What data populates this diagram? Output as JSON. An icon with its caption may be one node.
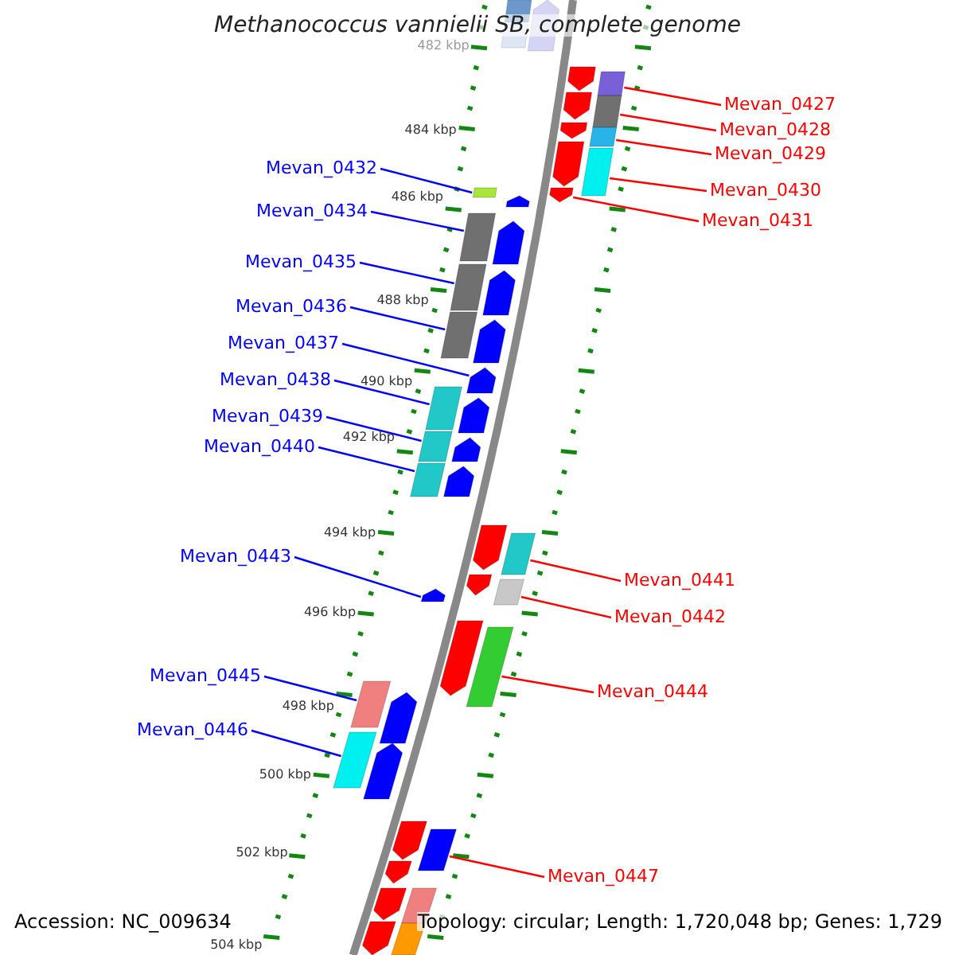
{
  "diagram": {
    "title": "Methanococcus vannielii SB, complete genome",
    "nodes": [
      {
        "text": [
          "Mevan_0427"
        ]
      },
      {
        "text": [
          "Mevan_0428"
        ]
      },
      {
        "text": [
          "Mevan_0429"
        ]
      },
      {
        "text": [
          "Mevan_0430"
        ]
      },
      {
        "text": [
          "Mevan_0431"
        ]
      },
      {
        "text": [
          "Mevan_0432"
        ]
      },
      {
        "text": [
          "Mevan_0434"
        ]
      },
      {
        "text": [
          "Mevan_0435"
        ]
      },
      {
        "text": [
          "Mevan_0436"
        ]
      },
      {
        "text": [
          "Mevan_0437"
        ]
      },
      {
        "text": [
          "Mevan_0438"
        ]
      },
      {
        "text": [
          "Mevan_0439"
        ]
      },
      {
        "text": [
          "Mevan_0440"
        ]
      },
      {
        "text": [
          "Mevan_0443"
        ]
      },
      {
        "text": [
          "Mevan_0441"
        ]
      },
      {
        "text": [
          "Mevan_0442"
        ]
      },
      {
        "text": [
          "Mevan_0444"
        ]
      },
      {
        "text": [
          "Mevan_0445"
        ]
      },
      {
        "text": [
          "Mevan_0446"
        ]
      },
      {
        "text": [
          "Mevan_0447"
        ]
      },
      {
        "text": [],
        "shape": "box"
      },
      {
        "text": [],
        "shape": "arrow"
      },
      {
        "text": [],
        "shape": "box"
      },
      {
        "text": [],
        "shape": "arrow"
      },
      {
        "text": [],
        "shape": "box"
      },
      {
        "text": [],
        "shape": "arrow"
      },
      {
        "text": [],
        "shape": "box"
      },
      {
        "text": [],
        "shape": "arrow"
      },
      {
        "text": [],
        "shape": "box"
      },
      {
        "text": [],
        "shape": "arrow"
      },
      {
        "text": [],
        "shape": "box"
      },
      {
        "text": [],
        "shape": "box"
      },
      {
        "text": [],
        "shape": "arrow"
      },
      {
        "text": [],
        "shape": "arrow"
      },
      {
        "text": [],
        "shape": "box"
      },
      {
        "text": [],
        "shape": "arrow"
      },
      {
        "text": [],
        "shape": "box"
      },
      {
        "text": [],
        "shape": "arrow"
      },
      {
        "text": [],
        "shape": "box"
      },
      {
        "text": [],
        "shape": "arrow"
      },
      {
        "text": [],
        "shape": "arrow"
      },
      {
        "text": [],
        "shape": "box"
      },
      {
        "text": [],
        "shape": "arrow"
      },
      {
        "text": [],
        "shape": "box"
      },
      {
        "text": [],
        "shape": "arrow"
      },
      {
        "text": [],
        "shape": "box"
      },
      {
        "text": [],
        "shape": "arrow"
      },
      {
        "text": [],
        "shape": "arrow"
      },
      {
        "text": [],
        "shape": "box"
      },
      {
        "text": [],
        "shape": "arrow"
      },
      {
        "text": [],
        "shape": "box"
      },
      {
        "text": [],
        "shape": "arrow"
      },
      {
        "text": [],
        "shape": "arrow"
      },
      {
        "text": [],
        "shape": "box"
      },
      {
        "text": [],
        "shape": "box"
      },
      {
        "text": [],
        "shape": "arrow"
      },
      {
        "text": [],
        "shape": "box"
      },
      {
        "text": [],
        "shape": "arrow"
      },
      {
        "text": [],
        "shape": "arrow"
      },
      {
        "text": [],
        "shape": "box"
      },
      {
        "text": [],
        "shape": "arrow"
      },
      {
        "text": [],
        "shape": "arrow"
      },
      {
        "text": [],
        "shape": "box"
      },
      {
        "text": [],
        "shape": "arrow"
      },
      {
        "text": [],
        "shape": "box"
      }
    ],
    "edges": [
      {
        "from": 0,
        "to": 24,
        "arrow": "none",
        "color": "#ff0000"
      },
      {
        "from": 1,
        "to": 26,
        "arrow": "none",
        "color": "#ff0000"
      },
      {
        "from": 2,
        "to": 28,
        "arrow": "none",
        "color": "#ff0000"
      },
      {
        "from": 3,
        "to": 30,
        "arrow": "none",
        "color": "#ff0000"
      },
      {
        "from": 4,
        "to": 32,
        "arrow": "none",
        "color": "#ff0000"
      },
      {
        "from": 5,
        "to": 31,
        "arrow": "none"
      },
      {
        "from": 6,
        "to": 34,
        "arrow": "none"
      },
      {
        "from": 7,
        "to": 36,
        "arrow": "none"
      },
      {
        "from": 8,
        "to": 38,
        "arrow": "none"
      },
      {
        "from": 9,
        "to": 40,
        "arrow": "none"
      },
      {
        "from": 10,
        "to": 41,
        "arrow": "none"
      },
      {
        "from": 11,
        "to": 43,
        "arrow": "none"
      },
      {
        "from": 12,
        "to": 45,
        "arrow": "none"
      },
      {
        "from": 13,
        "to": 51,
        "arrow": "none"
      },
      {
        "from": 14,
        "to": 48,
        "arrow": "none",
        "color": "#ff0000"
      },
      {
        "from": 15,
        "to": 50,
        "arrow": "none",
        "color": "#ff0000"
      },
      {
        "from": 16,
        "to": 53,
        "arrow": "none",
        "color": "#ff0000"
      },
      {
        "from": 17,
        "to": 54,
        "arrow": "none"
      },
      {
        "from": 18,
        "to": 56,
        "arrow": "none"
      },
      {
        "from": 19,
        "to": 59,
        "arrow": "none",
        "color": "#ff0000"
      }
    ],
    "labels": [
      "482 kbp",
      "484 kbp",
      "486 kbp",
      "488 kbp",
      "490 kbp",
      "492 kbp",
      "494 kbp",
      "496 kbp",
      "498 kbp",
      "500 kbp",
      "502 kbp",
      "504 kbp",
      "Accession: NC_009634",
      "Topology: circular; Length: 1,720,048 bp; Genes: 1,729"
    ]
  }
}
